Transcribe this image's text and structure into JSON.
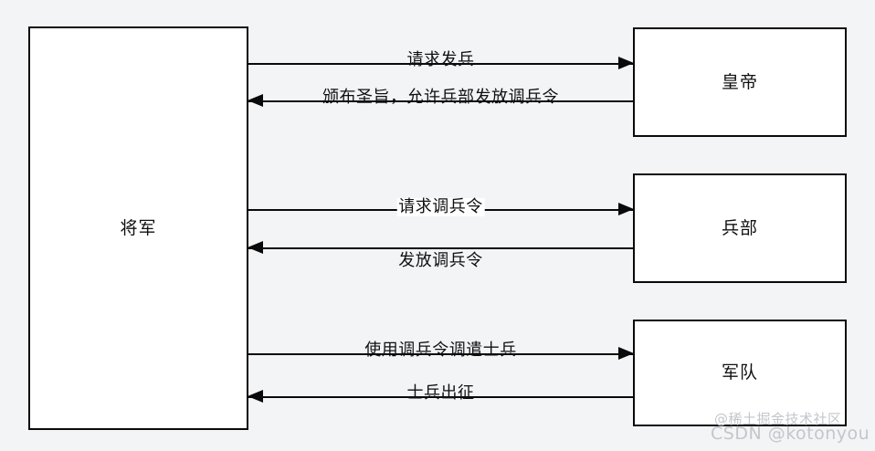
{
  "diagram": {
    "type": "sequence-diagram",
    "background_color": "#f3f4f6",
    "line_color": "#0a0a0a",
    "node_fill": "#ffffff",
    "nodes": [
      {
        "id": "general",
        "label": "将军"
      },
      {
        "id": "emperor",
        "label": "皇帝"
      },
      {
        "id": "ministry",
        "label": "兵部"
      },
      {
        "id": "army",
        "label": "军队"
      }
    ],
    "messages": [
      {
        "id": "request-troops",
        "label": "请求发兵",
        "from": "general",
        "to": "emperor",
        "direction": "right"
      },
      {
        "id": "imperial-edict",
        "label": "颁布圣旨，允许兵部发放调兵令",
        "from": "emperor",
        "to": "general",
        "direction": "left"
      },
      {
        "id": "request-order",
        "label": "请求调兵令",
        "from": "general",
        "to": "ministry",
        "direction": "right"
      },
      {
        "id": "issue-order",
        "label": "发放调兵令",
        "from": "ministry",
        "to": "general",
        "direction": "left"
      },
      {
        "id": "dispatch-soldier",
        "label": "使用调兵令调遣士兵",
        "from": "general",
        "to": "army",
        "direction": "right"
      },
      {
        "id": "soldiers-march",
        "label": "士兵出征",
        "from": "army",
        "to": "general",
        "direction": "left"
      }
    ]
  },
  "watermarks": {
    "juejin": "@稀土掘金技术社区",
    "csdn": "CSDN @kotonyou"
  }
}
